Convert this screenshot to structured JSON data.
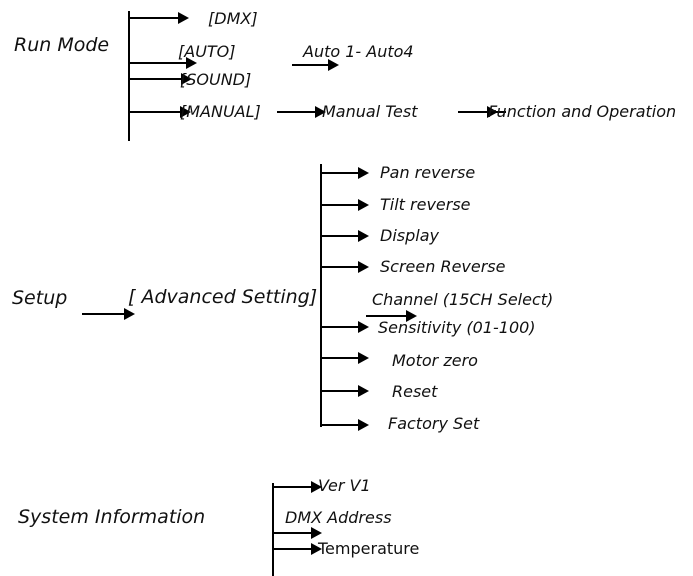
{
  "diagram": {
    "title": "Menu Structure",
    "type": "tree-diagram",
    "line_color": "#000000",
    "text_color": "#111111",
    "background": "#ffffff",
    "sections": [
      {
        "id": "run-mode",
        "root": "Run Mode",
        "children": [
          {
            "label": "[DMX]",
            "children": []
          },
          {
            "label": "[AUTO]",
            "children": [
              {
                "label": "Auto 1- Auto4"
              }
            ]
          },
          {
            "label": "[SOUND]",
            "children": []
          },
          {
            "label": "[MANUAL]",
            "children": [
              {
                "label": "Manual Test"
              },
              {
                "label": "Function and Operation"
              }
            ]
          }
        ]
      },
      {
        "id": "setup",
        "root": "Setup",
        "branch": "[ Advanced Setting]",
        "children": [
          {
            "label": "Pan reverse"
          },
          {
            "label": "Tilt reverse"
          },
          {
            "label": "Display"
          },
          {
            "label": "Screen Reverse"
          },
          {
            "label": "Channel (15CH Select)"
          },
          {
            "label": "Sensitivity (01-100)"
          },
          {
            "label": "Motor zero"
          },
          {
            "label": "Reset"
          },
          {
            "label": "Factory Set"
          }
        ]
      },
      {
        "id": "system-information",
        "root": "System Information",
        "children": [
          {
            "label": "Ver V1"
          },
          {
            "label": "DMX Address"
          },
          {
            "label": "Temperature"
          }
        ]
      }
    ]
  },
  "labels": {
    "run_mode": "Run Mode",
    "dmx": "[DMX]",
    "auto": "[AUTO]",
    "auto_range": "Auto 1- Auto4",
    "sound": "[SOUND]",
    "manual": "[MANUAL]",
    "manual_test": "Manual Test",
    "function_and_operation": "Function and Operation",
    "setup": "Setup",
    "advanced_setting": "[ Advanced Setting]",
    "pan_reverse": "Pan reverse",
    "tilt_reverse": "Tilt reverse",
    "display": "Display",
    "screen_reverse": "Screen Reverse",
    "channel": "Channel (15CH Select)",
    "sensitivity": "Sensitivity (01-100)",
    "motor_zero": "Motor zero",
    "reset": "Reset",
    "factory_set": "Factory Set",
    "system_information": "System Information",
    "ver_v1": "Ver V1",
    "dmx_address": "DMX Address",
    "temperature": "Temperature"
  }
}
